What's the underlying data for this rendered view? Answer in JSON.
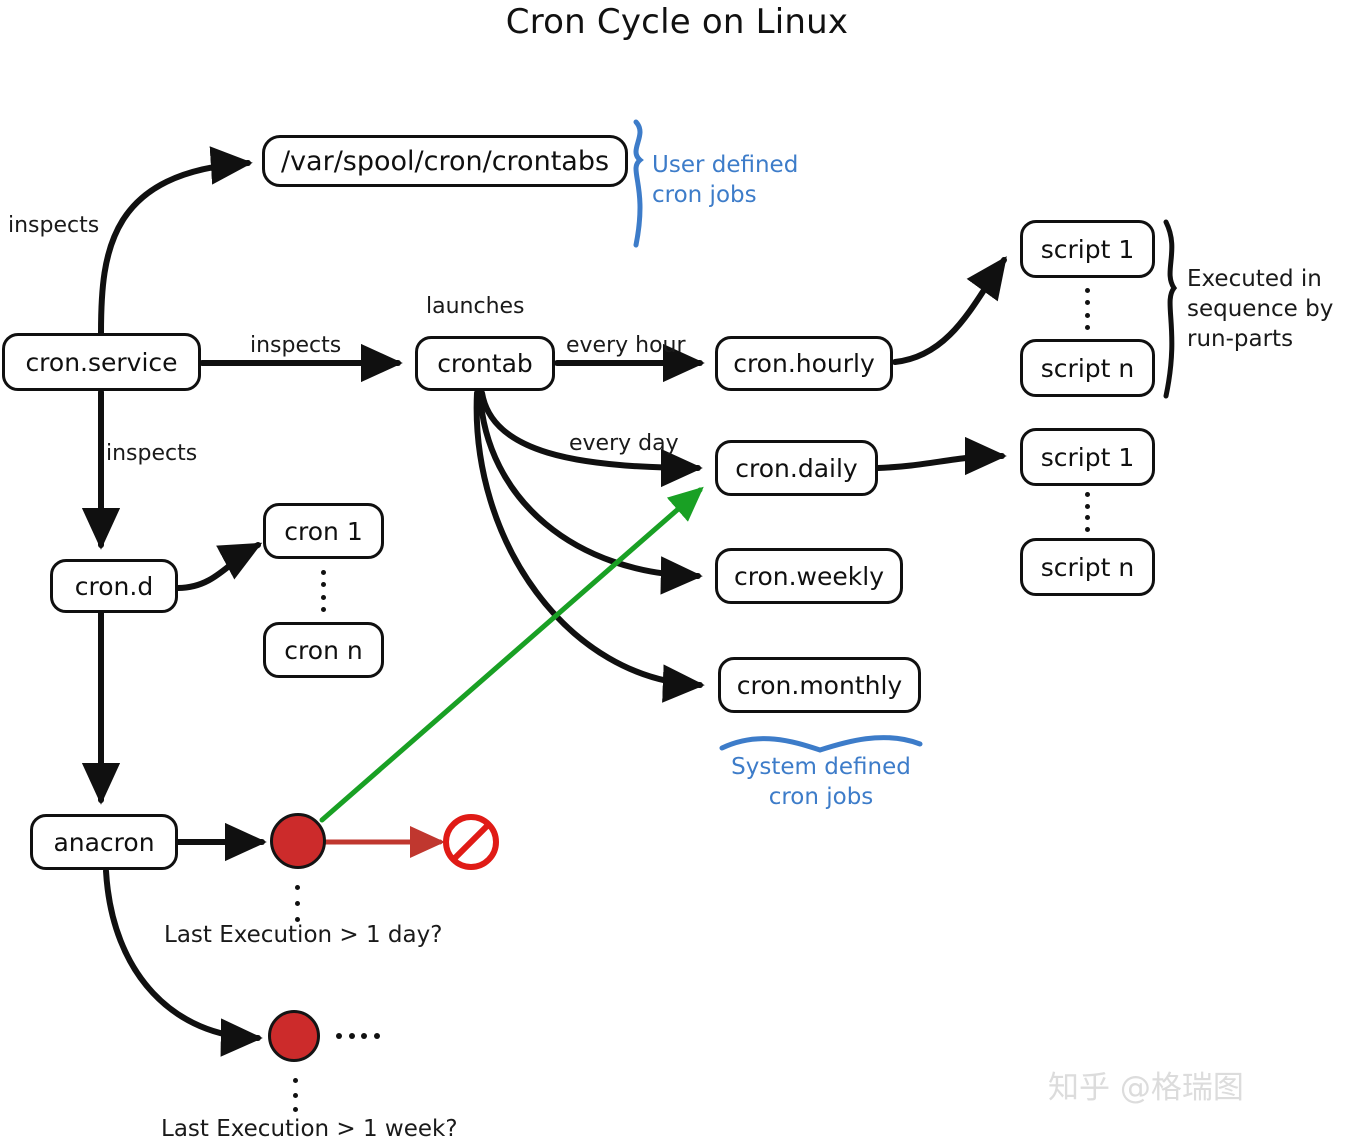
{
  "title": "Cron Cycle on Linux",
  "watermark": "知乎 @格瑞图",
  "colors": {
    "note_blue": "#3d7cc9",
    "circle_red": "#cc2b2b",
    "arrow_red": "#c0372f",
    "no_sign_red": "#e01b16",
    "green_arrow": "#19a024",
    "stroke_black": "#101010"
  },
  "nodes": {
    "cron_service": "cron.service",
    "crontabs_path": "/var/spool/cron/crontabs",
    "crontab": "crontab",
    "cron_d": "cron.d",
    "cron_1": "cron 1",
    "cron_n": "cron n",
    "anacron": "anacron",
    "cron_hourly": "cron.hourly",
    "cron_daily": "cron.daily",
    "cron_weekly": "cron.weekly",
    "cron_monthly": "cron.monthly",
    "hourly_script_1": "script 1",
    "hourly_script_n": "script n",
    "daily_script_1": "script 1",
    "daily_script_n": "script n"
  },
  "edge_labels": {
    "inspects_crontabs": "inspects",
    "inspects_crontab": "inspects",
    "inspects_crond": "inspects",
    "launches": "launches",
    "every_hour": "every hour",
    "every_day": "every day"
  },
  "notes": {
    "user_defined": "User defined\ncron jobs",
    "system_defined": "System defined\ncron jobs",
    "run_parts": "Executed in\nsequence by\nrun-parts"
  },
  "conditions": {
    "day": "Last Execution > 1 day?",
    "week": "Last Execution > 1 week?"
  }
}
